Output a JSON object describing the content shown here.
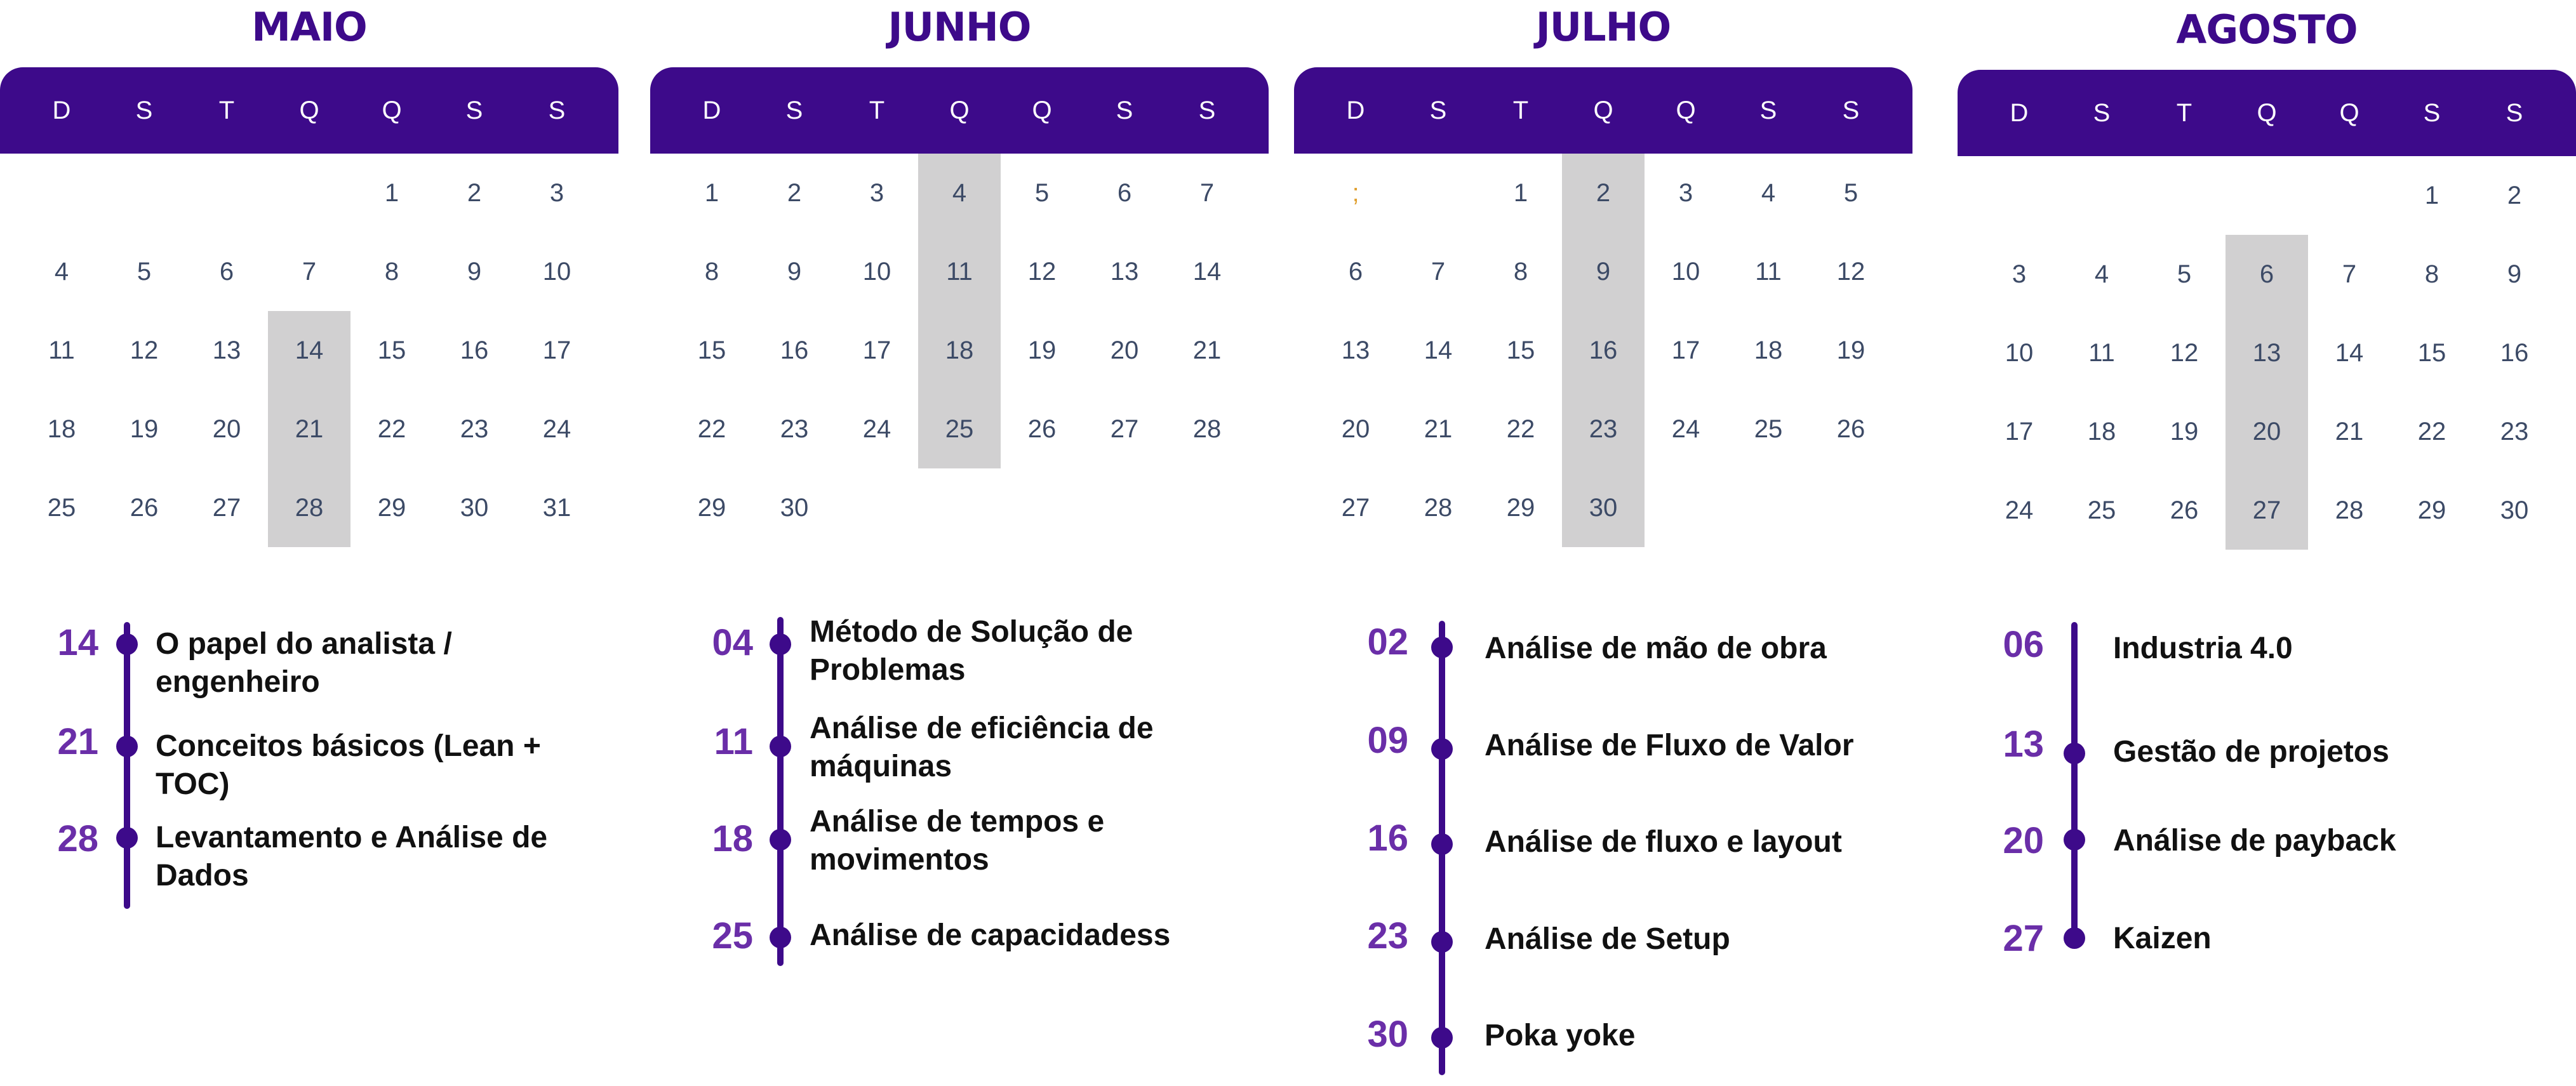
{
  "weekdays": [
    "D",
    "S",
    "T",
    "Q",
    "Q",
    "S",
    "S"
  ],
  "months": [
    {
      "title": "MAIO",
      "rows": [
        [
          "",
          "",
          "",
          "",
          "1",
          "2",
          "3"
        ],
        [
          "4",
          "5",
          "6",
          "7",
          "8",
          "9",
          "10"
        ],
        [
          "11",
          "12",
          "13",
          "14",
          "15",
          "16",
          "17"
        ],
        [
          "18",
          "19",
          "20",
          "21",
          "22",
          "23",
          "24"
        ],
        [
          "25",
          "26",
          "27",
          "28",
          "29",
          "30",
          "31"
        ]
      ],
      "events": [
        {
          "day": "14",
          "text": "O papel do analista / engenheiro"
        },
        {
          "day": "21",
          "text": "Conceitos básicos (Lean + TOC)"
        },
        {
          "day": "28",
          "text": " Levantamento e Análise de Dados"
        }
      ]
    },
    {
      "title": "JUNHO",
      "rows": [
        [
          "1",
          "2",
          "3",
          "4",
          "5",
          "6",
          "7"
        ],
        [
          "8",
          "9",
          "10",
          "11",
          "12",
          "13",
          "14"
        ],
        [
          "15",
          "16",
          "17",
          "18",
          "19",
          "20",
          "21"
        ],
        [
          "22",
          "23",
          "24",
          "25",
          "26",
          "27",
          "28"
        ],
        [
          "29",
          "30",
          "",
          "",
          "",
          "",
          ""
        ]
      ],
      "events": [
        {
          "day": "04",
          "text": "Método de Solução de Problemas"
        },
        {
          "day": "11",
          "text": "Análise de eficiência de máquinas"
        },
        {
          "day": "18",
          "text": "Análise de tempos e movimentos"
        },
        {
          "day": "25",
          "text": "Análise de capacidadess"
        }
      ]
    },
    {
      "title": "JULHO",
      "rows": [
        [
          ";",
          "",
          "1",
          "2",
          "3",
          "4",
          "5"
        ],
        [
          "6",
          "7",
          "8",
          "9",
          "10",
          "11",
          "12"
        ],
        [
          "13",
          "14",
          "15",
          "16",
          "17",
          "18",
          "19"
        ],
        [
          "20",
          "21",
          "22",
          "23",
          "24",
          "25",
          "26"
        ],
        [
          "27",
          "28",
          "29",
          "30",
          "",
          "",
          ""
        ]
      ],
      "events": [
        {
          "day": "02",
          "text": "Análise de mão de obra"
        },
        {
          "day": "09",
          "text": "Análise de Fluxo de Valor"
        },
        {
          "day": "16",
          "text": "Análise de fluxo e layout"
        },
        {
          "day": "23",
          "text": "Análise de Setup"
        },
        {
          "day": "30",
          "text": "Poka yoke"
        }
      ]
    },
    {
      "title": "AGOSTO",
      "rows": [
        [
          "",
          "",
          "",
          "",
          "",
          "1",
          "2"
        ],
        [
          "3",
          "4",
          "5",
          "6",
          "7",
          "8",
          "9"
        ],
        [
          "10",
          "11",
          "12",
          "13",
          "14",
          "15",
          "16"
        ],
        [
          "17",
          "18",
          "19",
          "20",
          "21",
          "22",
          "23"
        ],
        [
          "24",
          "25",
          "26",
          "27",
          "28",
          "29",
          "30"
        ]
      ],
      "events": [
        {
          "day": "06",
          "text": "Industria 4.0"
        },
        {
          "day": "13",
          "text": "Gestão de projetos"
        },
        {
          "day": "20",
          "text": "Análise de payback"
        },
        {
          "day": "27",
          "text": "Kaizen"
        }
      ]
    }
  ]
}
